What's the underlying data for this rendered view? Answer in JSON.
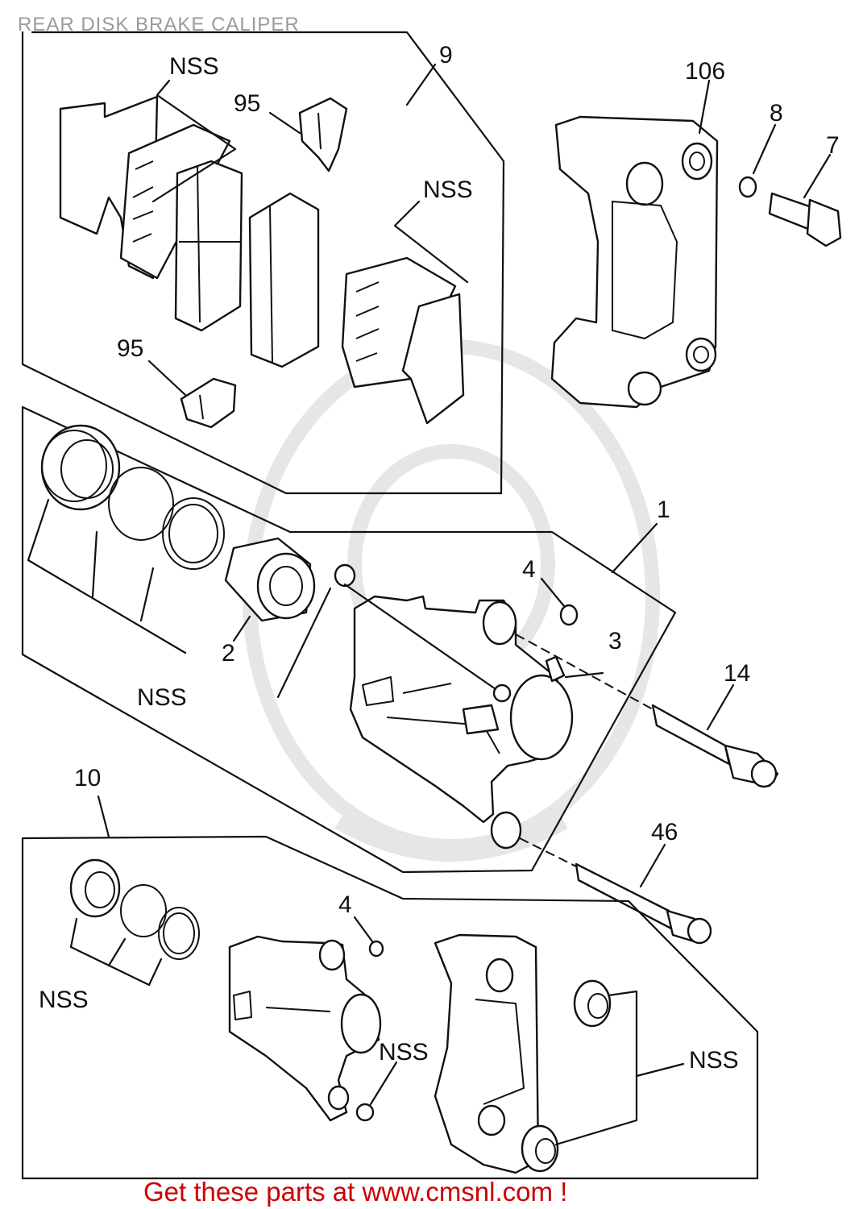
{
  "title": "REAR DISK BRAKE CALIPER",
  "callouts": {
    "c9": "9",
    "c106": "106",
    "c8": "8",
    "c7": "7",
    "c95a": "95",
    "c95b": "95",
    "nss_pads_top": "NSS",
    "nss_pads_right": "NSS",
    "c1": "1",
    "c4a": "4",
    "c3": "3",
    "c14": "14",
    "c2": "2",
    "nss_seals": "NSS",
    "c10": "10",
    "c46": "46",
    "c4b": "4",
    "nss_kit_left": "NSS",
    "nss_kit_mid": "NSS",
    "nss_kit_right": "NSS"
  },
  "footer": "Get these parts at www.cmsnl.com !",
  "colors": {
    "line": "#111111",
    "title": "#9a9a9a",
    "footer": "#cc0000",
    "watermark": "#e6e6e6"
  }
}
